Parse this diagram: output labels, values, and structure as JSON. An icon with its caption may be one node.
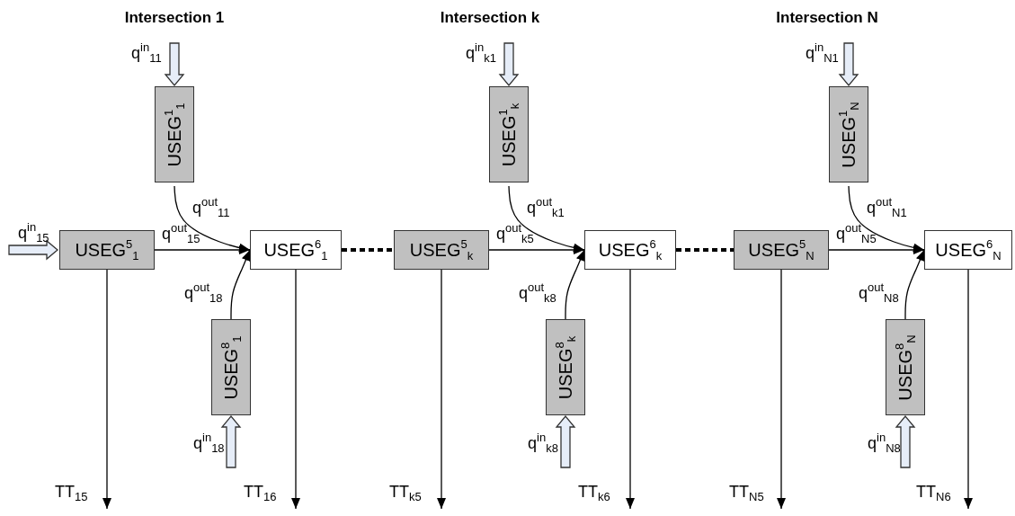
{
  "diagram": {
    "nodes": [
      {
        "text": [
          "USEG$^{1}$$_{1}$"
        ]
      },
      {
        "text": [
          "USEG$^{5}$$_{1}$"
        ]
      },
      {
        "text": [
          "USEG$^{6}$$_{1}$"
        ]
      },
      {
        "text": [
          "USEG$^{8}$$_{1}$"
        ]
      },
      {
        "text": [
          "USEG$^{1}$$_{k}$"
        ]
      },
      {
        "text": [
          "USEG$^{5}$$_{k}$"
        ]
      },
      {
        "text": [
          "USEG$^{6}$$_{k}$"
        ]
      },
      {
        "text": [
          "USEG$^{8}$$_{k}$"
        ]
      },
      {
        "text": [
          "USEG$^{1}$$_{N}$"
        ]
      },
      {
        "text": [
          "USEG$^{5}$$_{N}$"
        ]
      },
      {
        "text": [
          "USEG$^{6}$$_{N}$"
        ]
      },
      {
        "text": [
          "USEG$^{8}$$_{N}$"
        ]
      }
    ],
    "edges": [
      {
        "from": null,
        "to": 0,
        "arrow": "to",
        "label": "q$^{in}$$_{11}$",
        "style": "thick"
      },
      {
        "from": null,
        "to": 1,
        "arrow": "to",
        "label": "q$^{in}$$_{15}$",
        "style": "thick"
      },
      {
        "from": null,
        "to": 3,
        "arrow": "to",
        "label": "q$^{in}$$_{18}$",
        "style": "thick"
      },
      {
        "from": 0,
        "to": 2,
        "arrow": "to",
        "label": "q$^{out}$$_{11}$"
      },
      {
        "from": 1,
        "to": 2,
        "arrow": "to",
        "label": "q$^{out}$$_{15}$"
      },
      {
        "from": 3,
        "to": 2,
        "arrow": "to",
        "label": "q$^{out}$$_{18}$"
      },
      {
        "from": 1,
        "to": null,
        "arrow": "to",
        "label": "TT$_{15}$"
      },
      {
        "from": 2,
        "to": null,
        "arrow": "to",
        "label": "TT$_{16}$"
      },
      {
        "from": 2,
        "to": 5,
        "arrow": "none",
        "style": "dashed"
      },
      {
        "from": null,
        "to": 4,
        "arrow": "to",
        "label": "q$^{in}$$_{k1}$",
        "style": "thick"
      },
      {
        "from": null,
        "to": 7,
        "arrow": "to",
        "label": "q$^{in}$$_{k8}$",
        "style": "thick"
      },
      {
        "from": 4,
        "to": 6,
        "arrow": "to",
        "label": "q$^{out}$$_{k1}$"
      },
      {
        "from": 5,
        "to": 6,
        "arrow": "to",
        "label": "q$^{out}$$_{k5}$"
      },
      {
        "from": 7,
        "to": 6,
        "arrow": "to",
        "label": "q$^{out}$$_{k8}$"
      },
      {
        "from": 5,
        "to": null,
        "arrow": "to",
        "label": "TT$_{k5}$"
      },
      {
        "from": 6,
        "to": null,
        "arrow": "to",
        "label": "TT$_{k6}$"
      },
      {
        "from": 6,
        "to": 9,
        "arrow": "none",
        "style": "dashed"
      },
      {
        "from": null,
        "to": 8,
        "arrow": "to",
        "label": "q$^{in}$$_{N1}$",
        "style": "thick"
      },
      {
        "from": null,
        "to": 11,
        "arrow": "to",
        "label": "q$^{in}$$_{N8}$",
        "style": "thick"
      },
      {
        "from": 8,
        "to": 10,
        "arrow": "to",
        "label": "q$^{out}$$_{N1}$"
      },
      {
        "from": 9,
        "to": 10,
        "arrow": "to",
        "label": "q$^{out}$$_{N5}$"
      },
      {
        "from": 11,
        "to": 10,
        "arrow": "to",
        "label": "q$^{out}$$_{N8}$"
      },
      {
        "from": 9,
        "to": null,
        "arrow": "to",
        "label": "TT$_{N5}$"
      },
      {
        "from": 10,
        "to": null,
        "arrow": "to",
        "label": "TT$_{N6}$"
      }
    ],
    "labels": [
      "Intersection 1",
      "Intersection k",
      "Intersection N"
    ]
  }
}
